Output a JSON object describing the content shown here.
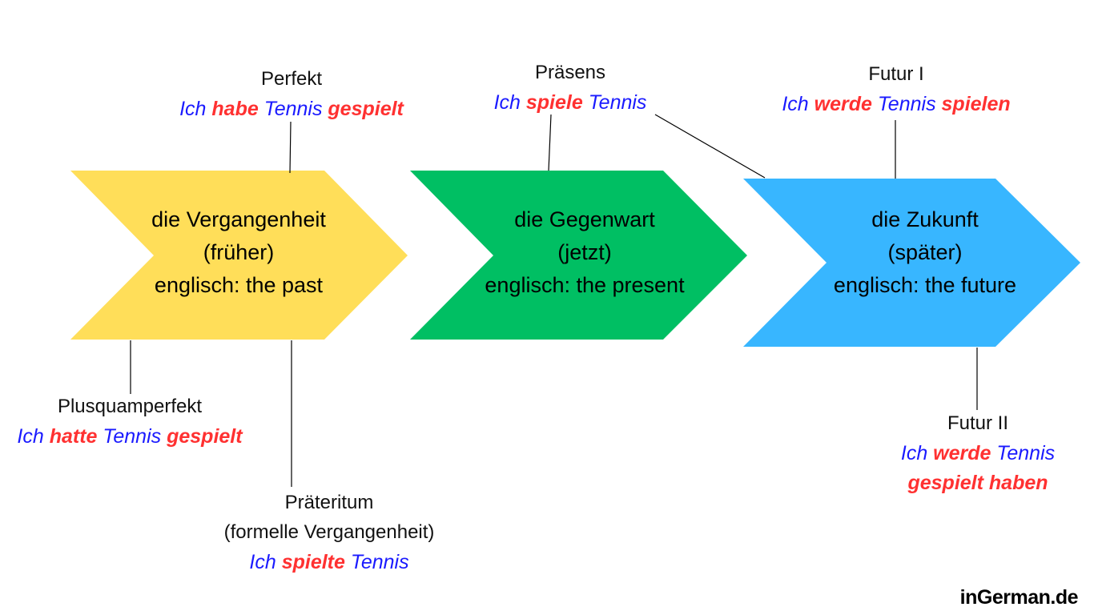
{
  "colors": {
    "past": "#ffde59",
    "present": "#00bf63",
    "future": "#38b6ff",
    "subject": "#1a1aff",
    "verb": "#ff3131"
  },
  "chevrons": {
    "past": {
      "lines": [
        "die Vergangenheit",
        "(früher)",
        "englisch: the past"
      ]
    },
    "present": {
      "lines": [
        "die Gegenwart",
        "(jetzt)",
        "englisch: the present"
      ]
    },
    "future": {
      "lines": [
        "die Zukunft",
        "(später)",
        "englisch: the future"
      ]
    }
  },
  "tenses": {
    "perfekt": {
      "name": "Perfekt",
      "example": [
        {
          "t": "Ich "
        },
        {
          "t": "habe",
          "e": 1
        },
        {
          "t": " Tennis "
        },
        {
          "t": "gespielt",
          "e": 1
        }
      ]
    },
    "plusquamperfekt": {
      "name": "Plusquamperfekt",
      "example": [
        {
          "t": "Ich "
        },
        {
          "t": "hatte",
          "e": 1
        },
        {
          "t": " Tennis "
        },
        {
          "t": "gespielt",
          "e": 1
        }
      ]
    },
    "praeteritum": {
      "name": "Präteritum",
      "subtitle": "(formelle Vergangenheit)",
      "example": [
        {
          "t": "Ich "
        },
        {
          "t": "spielte",
          "e": 1
        },
        {
          "t": " Tennis"
        }
      ]
    },
    "praesens": {
      "name": "Präsens",
      "example": [
        {
          "t": "Ich "
        },
        {
          "t": "spiele",
          "e": 1
        },
        {
          "t": " Tennis"
        }
      ]
    },
    "futur1": {
      "name": "Futur I",
      "example": [
        {
          "t": "Ich "
        },
        {
          "t": "werde",
          "e": 1
        },
        {
          "t": " Tennis "
        },
        {
          "t": "spielen",
          "e": 1
        }
      ]
    },
    "futur2": {
      "name": "Futur II",
      "example": [
        {
          "t": "Ich "
        },
        {
          "t": "werde",
          "e": 1
        },
        {
          "t": " Tennis"
        }
      ],
      "example2": [
        {
          "t": "gespielt haben",
          "e": 1
        }
      ]
    }
  },
  "logo": "inGerman.de"
}
